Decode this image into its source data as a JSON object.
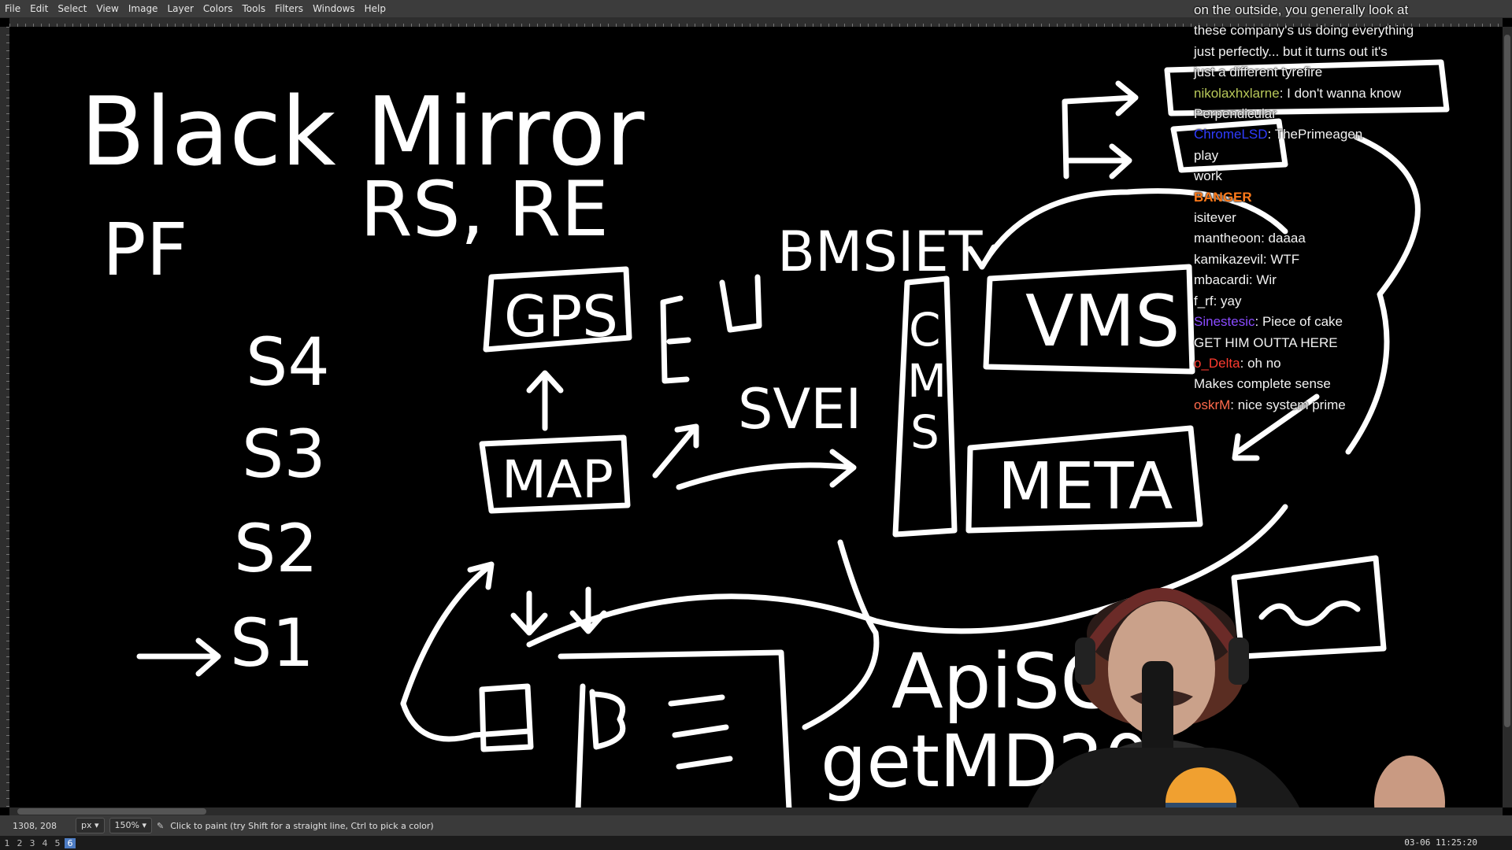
{
  "app": {
    "menu": [
      "File",
      "Edit",
      "Select",
      "View",
      "Image",
      "Layer",
      "Colors",
      "Tools",
      "Filters",
      "Windows",
      "Help"
    ]
  },
  "whiteboard": {
    "title": "Black Mirror",
    "labels": {
      "pf": "PF",
      "rs_re": "RS, RE",
      "bmsiet": "BMSIET",
      "s4": "S4",
      "s3": "S3",
      "s2": "S2",
      "s1": "S1",
      "gps": "GPS",
      "map": "MAP",
      "svei": "SVEI",
      "cms": [
        "C",
        "M",
        "S"
      ],
      "vms": "VMS",
      "meta": "META",
      "apisg": "ApiSG",
      "getmd": "getMD20"
    }
  },
  "chat": {
    "messages": [
      {
        "user": "",
        "text": "on the outside, you generally look at"
      },
      {
        "user": "",
        "text": "these company's us doing everything"
      },
      {
        "user": "",
        "text": "just perfectly... but it turns out it's"
      },
      {
        "user": "",
        "text": "just a different tyrefire"
      },
      {
        "user": "nikolaxhxlarne",
        "text": "I don't wanna know"
      },
      {
        "user": "",
        "text": "Perpendicular"
      },
      {
        "user": "ChromeLSD",
        "text": "ThePrimeagen"
      },
      {
        "user": "",
        "text": "play"
      },
      {
        "user": "",
        "text": "work"
      },
      {
        "user": "",
        "text": "BANGER"
      },
      {
        "user": "isitever",
        "text": ""
      },
      {
        "user": "mantheoon",
        "text": "daaaa"
      },
      {
        "user": "kamikazevil",
        "text": "WTF"
      },
      {
        "user": "mbacardi",
        "text": "Wir"
      },
      {
        "user": "f_rf",
        "text": "yay"
      },
      {
        "user": "Sinestesic",
        "text": "Piece of cake"
      },
      {
        "user": "",
        "text": "GET HIM OUTTA HERE"
      },
      {
        "user": "o_Delta",
        "text": "oh no"
      },
      {
        "user": "",
        "text": "Makes complete sense"
      },
      {
        "user": "oskrM",
        "text": "nice system prime"
      }
    ],
    "colors": {
      "default": "#f2f2f2",
      "nikolaxhxlarne": "#b9c95a",
      "ChromeLSD": "#2f3cff",
      "BANGER": "#ff7a1a",
      "Sinestesic": "#8a4bff",
      "o_Delta": "#ff3b2f",
      "oskrM": "#ff6a4b"
    }
  },
  "status": {
    "coords": "1308, 208",
    "unit": "px",
    "zoom": "150%",
    "hint": "Click to paint (try Shift for a straight line, Ctrl to pick a color)"
  },
  "taskbar": {
    "workspaces": [
      "1",
      "2",
      "3",
      "4",
      "5",
      "6"
    ],
    "active": "6",
    "clock": "03-06 11:25:20"
  }
}
